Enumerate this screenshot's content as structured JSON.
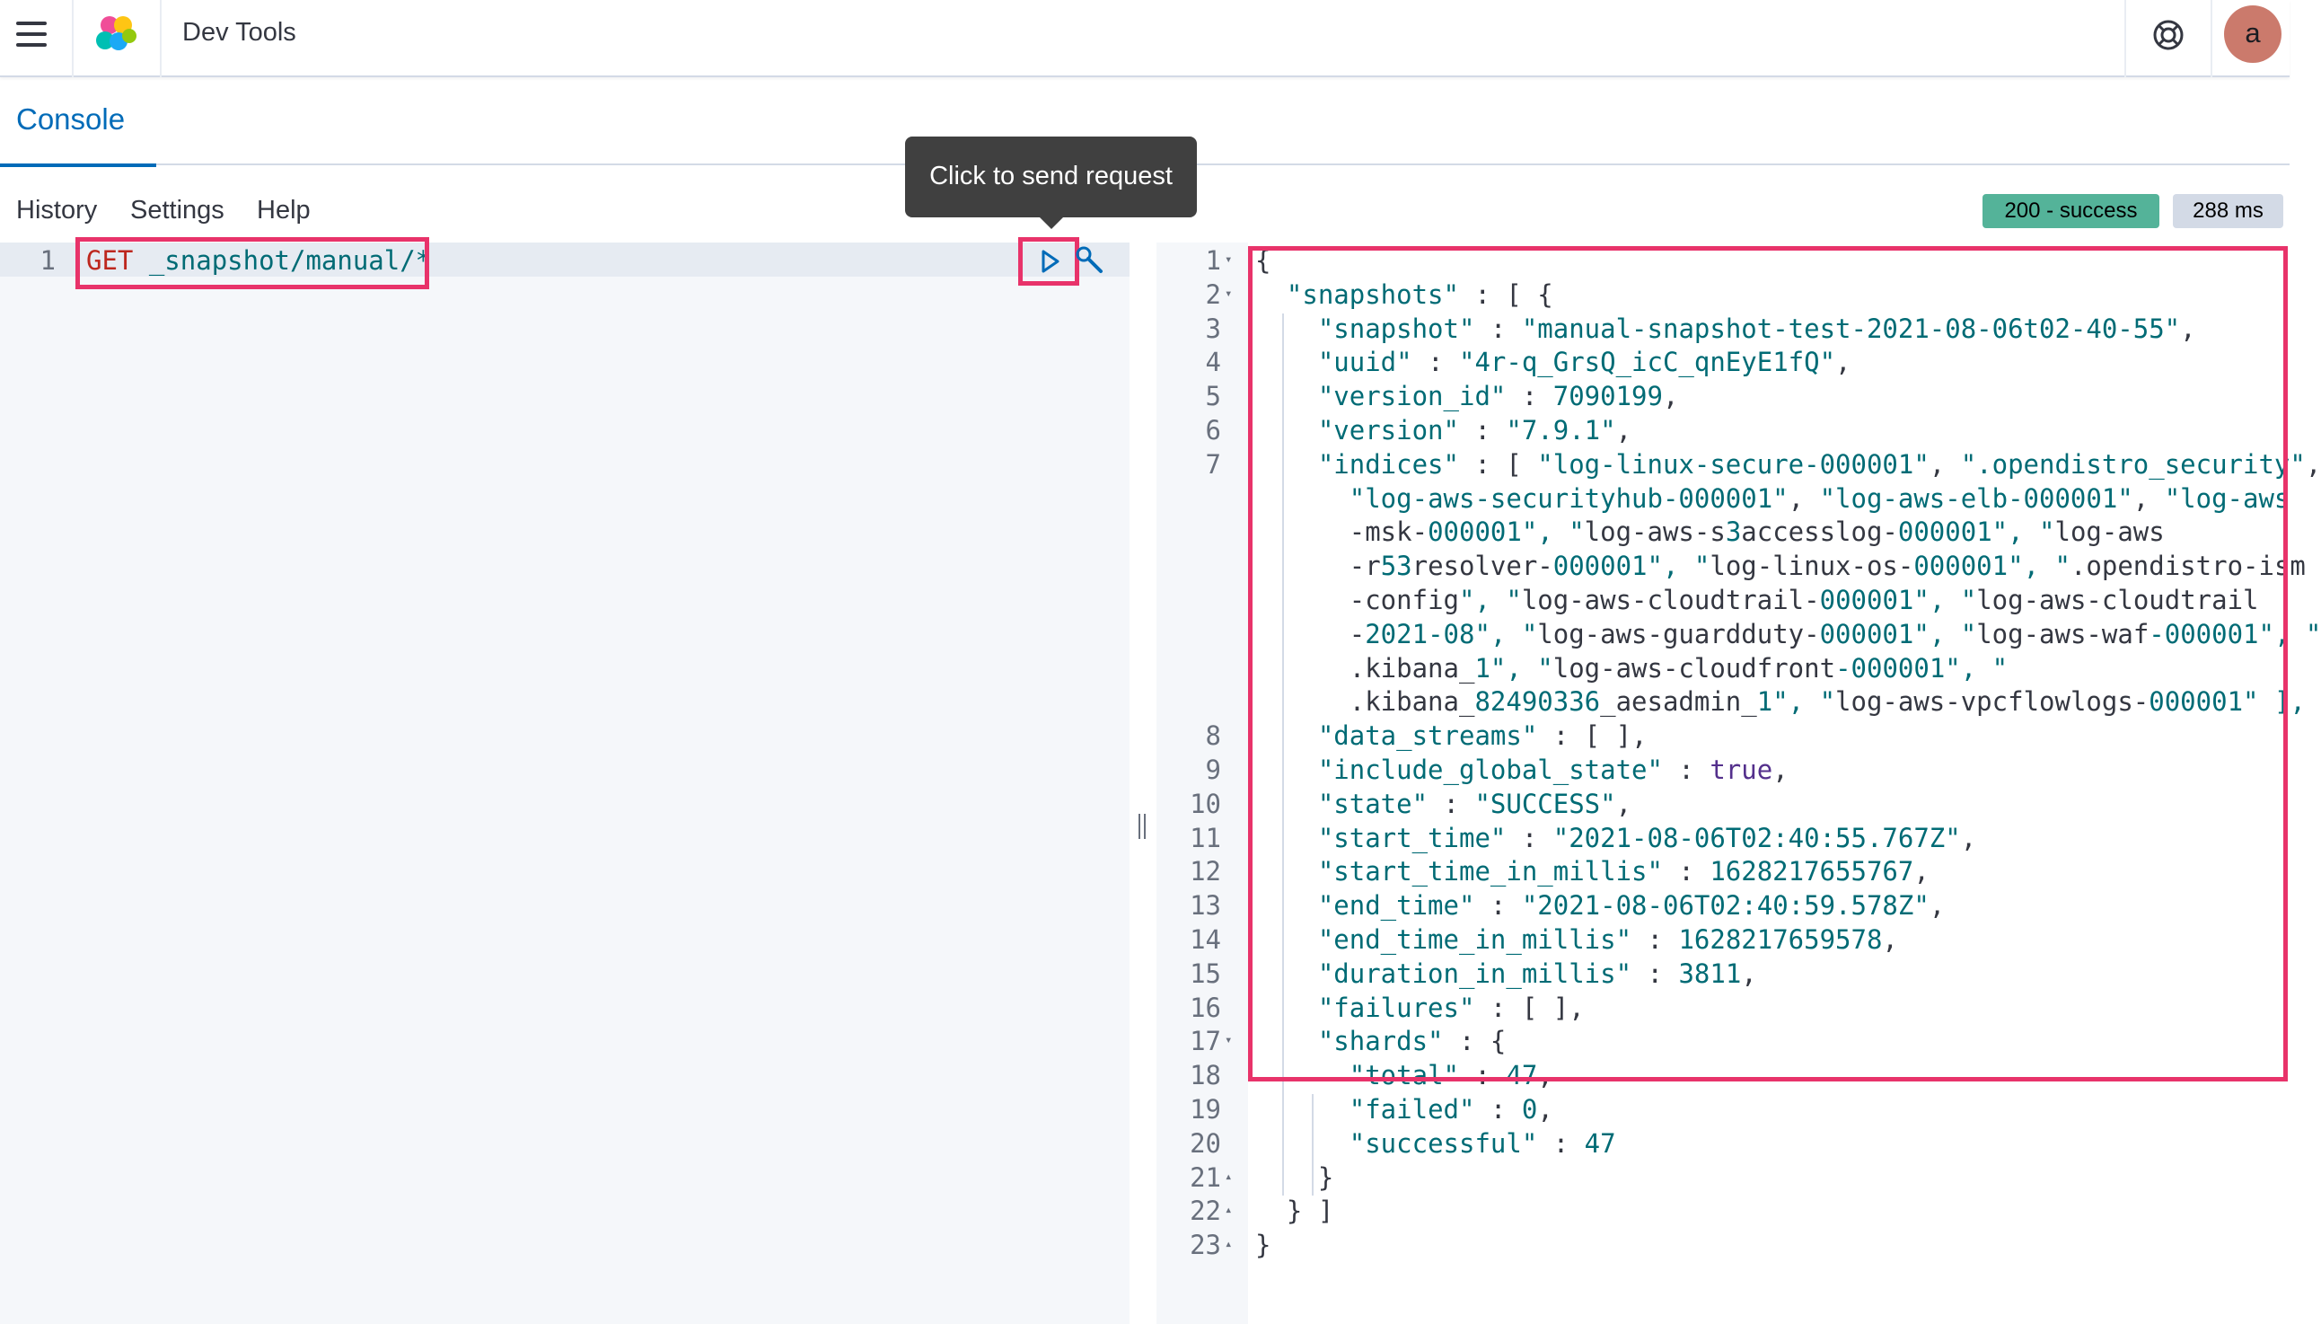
{
  "header": {
    "app_title": "Dev Tools",
    "avatar_initial": "a",
    "icons": [
      "menu-icon",
      "elastic-logo-icon",
      "help-icon"
    ]
  },
  "tabs": [
    {
      "label": "Console",
      "active": true
    }
  ],
  "menu": {
    "history": "History",
    "settings": "Settings",
    "help": "Help"
  },
  "tooltip": "Click to send request",
  "response_status": {
    "status": "200 - success",
    "time": "288 ms"
  },
  "colors": {
    "accent": "#006bb8",
    "highlight": "#e8336a",
    "success": "#54b399"
  },
  "request_editor": {
    "line_numbers": [
      "1"
    ],
    "method": "GET",
    "path": " _snapshot/manual/*"
  },
  "response_editor": {
    "line_numbers": [
      "1",
      "2",
      "3",
      "4",
      "5",
      "6",
      "7",
      "8",
      "9",
      "10",
      "11",
      "12",
      "13",
      "14",
      "15",
      "16",
      "17",
      "18",
      "19",
      "20",
      "21",
      "22",
      "23"
    ],
    "lines": [
      "{",
      "  \"snapshots\" : [ {",
      "    \"snapshot\" : \"manual-snapshot-test-2021-08-06t02-40-55\",",
      "    \"uuid\" : \"4r-q_GrsQ_icC_qnEyE1fQ\",",
      "    \"version_id\" : 7090199,",
      "    \"version\" : \"7.9.1\",",
      "    \"indices\" : [ \"log-linux-secure-000001\", \".opendistro_security\",",
      "      \"log-aws-securityhub-000001\", \"log-aws-elb-000001\", \"log-aws",
      "      -msk-000001\", \"log-aws-s3accesslog-000001\", \"log-aws",
      "      -r53resolver-000001\", \"log-linux-os-000001\", \".opendistro-ism",
      "      -config\", \"log-aws-cloudtrail-000001\", \"log-aws-cloudtrail",
      "      -2021-08\", \"log-aws-guardduty-000001\", \"log-aws-waf-000001\", \"",
      "      .kibana_1\", \"log-aws-cloudfront-000001\", \"",
      "      .kibana_82490336_aesadmin_1\", \"log-aws-vpcflowlogs-000001\" ],",
      "    \"data_streams\" : [ ],",
      "    \"include_global_state\" : true,",
      "    \"state\" : \"SUCCESS\",",
      "    \"start_time\" : \"2021-08-06T02:40:55.767Z\",",
      "    \"start_time_in_millis\" : 1628217655767,",
      "    \"end_time\" : \"2021-08-06T02:40:59.578Z\",",
      "    \"end_time_in_millis\" : 1628217659578,",
      "    \"duration_in_millis\" : 3811,",
      "    \"failures\" : [ ],",
      "    \"shards\" : {",
      "      \"total\" : 47,",
      "      \"failed\" : 0,",
      "      \"successful\" : 47",
      "    }",
      "  } ]",
      "}"
    ]
  }
}
